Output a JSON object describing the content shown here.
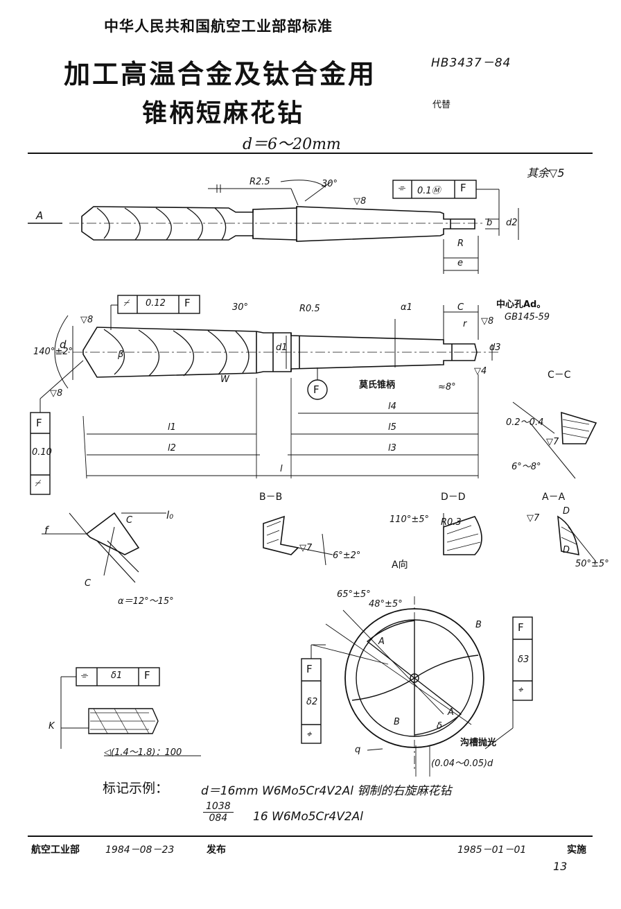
{
  "header": {
    "authority": "中华人民共和国航空工业部部标准",
    "title_line1": "加工高温合金及钛合金用",
    "title_line2": "锥柄短麻花钻",
    "standard_no": "HB3437－84",
    "replaces": "代替",
    "size_range": "d＝6～20mm"
  },
  "drawing": {
    "other_finish": "其余▽5",
    "view_a_label": "A",
    "radius_r25": "R2.5",
    "angle_30_top": "30°",
    "finish_8_top": "▽8",
    "tol_frame_top": [
      "⌯",
      "0.1Ⓜ",
      "F"
    ],
    "dim_b": "b",
    "dim_d2": "d2",
    "dim_r": "R",
    "dim_e": "e",
    "tol_frame_mid": [
      "⌿",
      "0.12",
      "F"
    ],
    "angle_30_mid": "30°",
    "radius_r05": "R0.5",
    "alpha1": "α1",
    "dim_c": "C",
    "dim_r_small": "r",
    "center_hole": "中心孔Ad。",
    "center_hole_std": "GB145-59",
    "finish_8_a": "▽8",
    "finish_8_b": "▽8",
    "finish_8_c": "▽8",
    "finish_4": "▽4",
    "angle_140": "140°±2°",
    "dim_d": "d",
    "dim_d1": "d1",
    "dim_d3": "d3",
    "dim_w": "W",
    "dim_beta": "β",
    "datum_f": "F",
    "morse_taper": "莫氏锥柄",
    "approx_8": "≈8°",
    "l4": "l4",
    "l1": "l1",
    "l5": "l5",
    "l2": "l2",
    "l3": "l3",
    "l_total": "l",
    "tol_frame_vertical": [
      "⌿",
      "0.10",
      "F"
    ],
    "section_cc": "C－C",
    "cc_range": "0.2～0.4",
    "cc_finish": "▽7",
    "cc_angle": "6°～8°",
    "section_bb": "B－B",
    "bb_finish": "▽7",
    "bb_angle": "6°±2°",
    "section_dd": "D－D",
    "dd_angle": "110°±5°",
    "dd_radius": "R0.3",
    "section_aa": "A－A",
    "aa_finish": "▽7",
    "aa_d_top": "D",
    "aa_d_bottom": "D",
    "aa_angle": "50°±5°",
    "tip_f": "f",
    "tip_c": "C",
    "tip_l0": "l₀",
    "tip_c2": "C",
    "tip_alpha": "α＝12°～15°",
    "view_dir_a": "A向",
    "ang_65": "65°±5°",
    "ang_48": "48°±5°",
    "end_b1": "B",
    "end_a1": "A",
    "end_b2": "B",
    "end_a2": "A",
    "end_delta": "δ",
    "end_q": "q",
    "flute_polish": "沟槽抛光",
    "flute_tol": "(0.04～0.05)d",
    "tol_frame_delta1": [
      "⌯",
      "δ1",
      "F"
    ],
    "tol_delta2": [
      "F",
      "δ2",
      "⌖"
    ],
    "tol_delta3": [
      "F",
      "δ3",
      "⌖"
    ],
    "k_label": "K",
    "taper_note": "◁(1.4～1.8)：100"
  },
  "marking": {
    "label": "标记示例：",
    "example_line1": "d＝16mm  W6Mo5Cr4V2Al 钢制的右旋麻花钻",
    "frac_num": "1038",
    "frac_den": "084",
    "example_line2": "16  W6Mo5Cr4V2Al"
  },
  "footer": {
    "issuer": "航空工业部",
    "issue_date": "1984－08－23",
    "issued": "发布",
    "impl_date": "1985－01－01",
    "implemented": "实施",
    "page_no": "13"
  }
}
